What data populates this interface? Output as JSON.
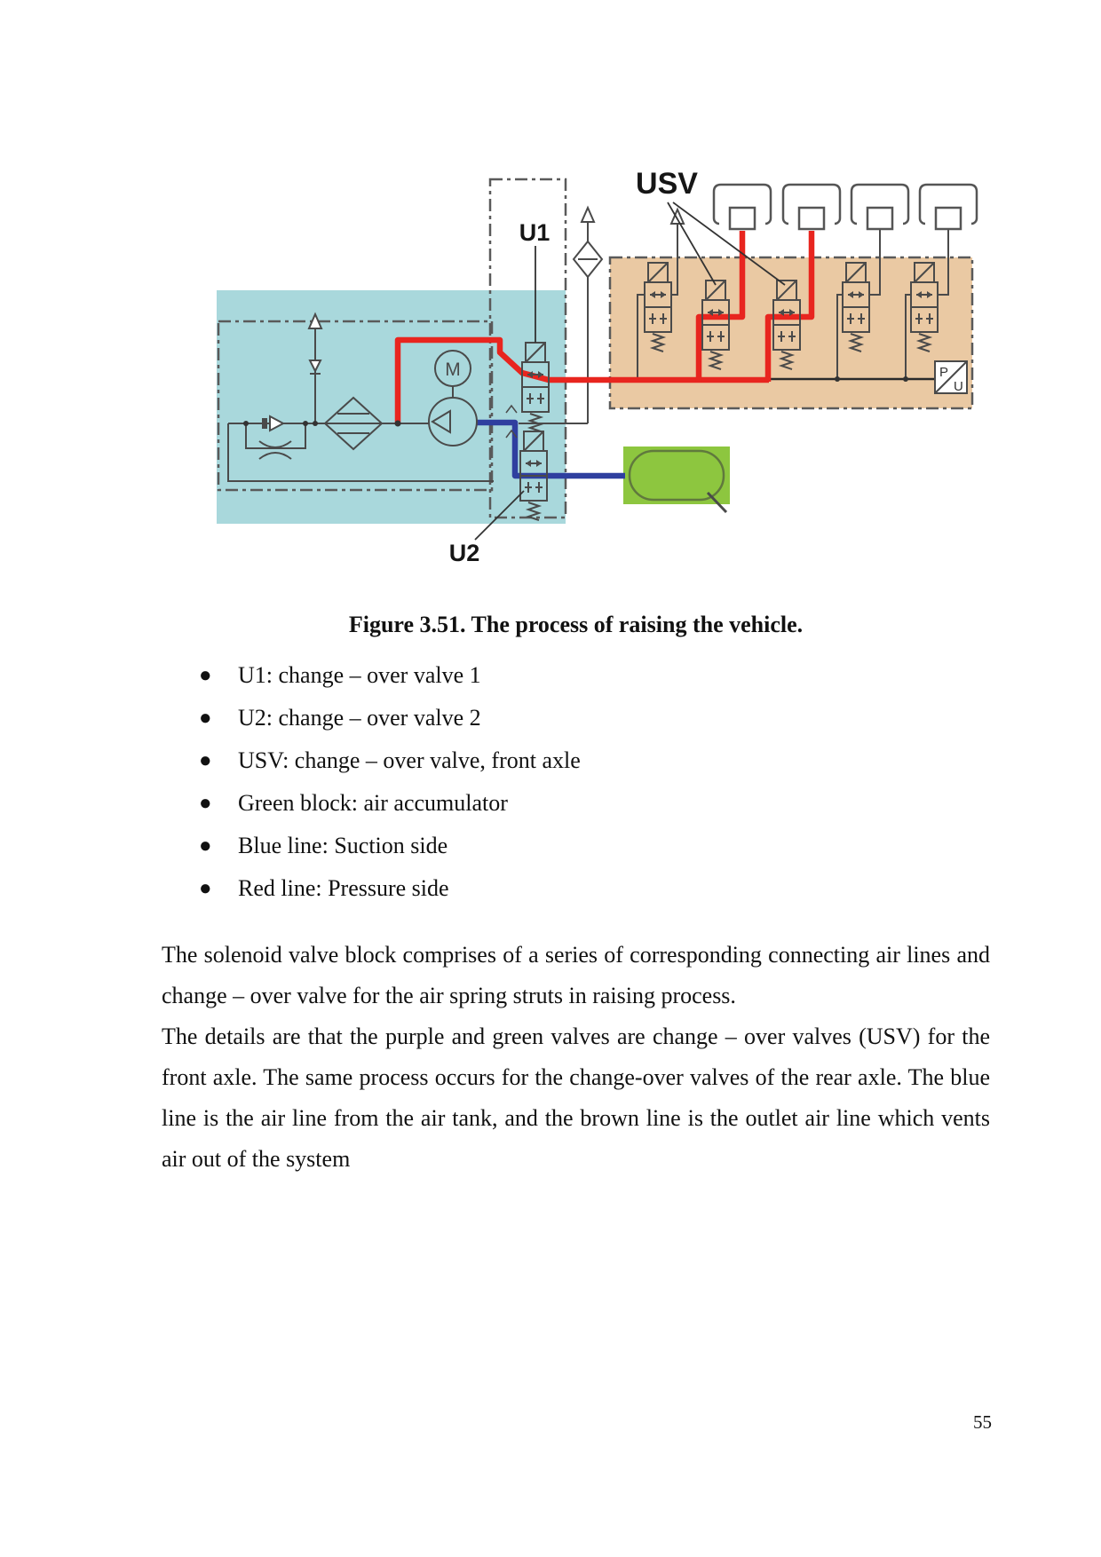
{
  "page": {
    "number": "55"
  },
  "figure": {
    "caption": "Figure 3.51. The process of raising the vehicle.",
    "labels": {
      "usv": "USV",
      "u1": "U1",
      "u2": "U2",
      "motor": "M",
      "sensor_p": "P",
      "sensor_u": "U"
    },
    "colors": {
      "pump_block": "#a9d8dc",
      "valve_block": "#eac9a3",
      "accumulator": "#8dc63f",
      "pressure_line": "#e8251f",
      "suction_line": "#2f3f9f"
    }
  },
  "legend": {
    "items": [
      "U1: change – over valve 1",
      "U2: change – over valve 2",
      "USV: change – over valve, front axle",
      "Green block: air accumulator",
      "Blue line: Suction side",
      "Red line: Pressure side"
    ]
  },
  "body": {
    "paragraphs": [
      "The solenoid valve block comprises of a series of corresponding connecting air lines and change – over valve for the air spring struts in raising process.",
      "The details are that the purple and green valves are change – over valves (USV) for the front axle. The same process occurs for the change-over valves of the rear axle. The blue line is the air line from the air tank, and the brown line is the outlet air line which vents air out of the system"
    ]
  }
}
